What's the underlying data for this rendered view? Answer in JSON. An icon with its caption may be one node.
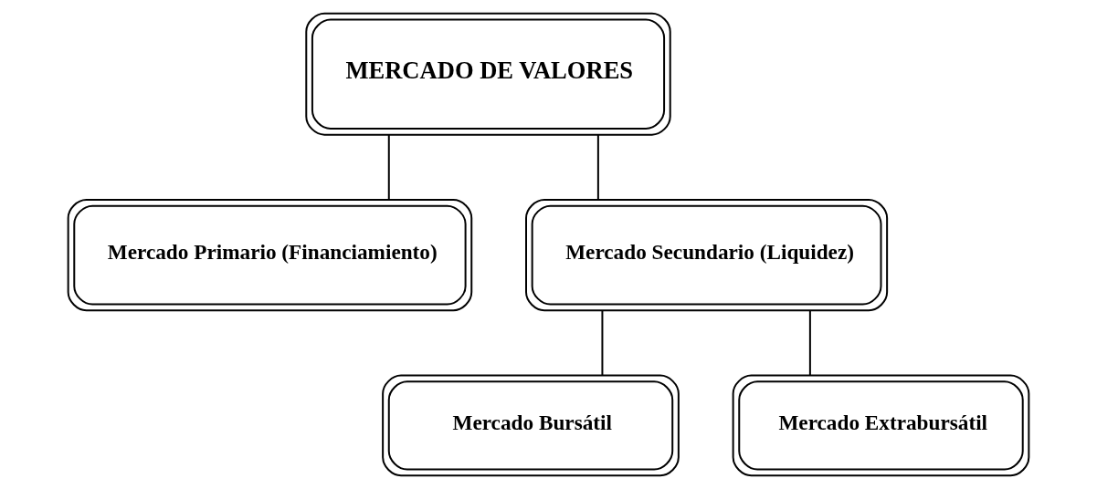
{
  "diagram": {
    "nodes": [
      {
        "text": [
          "MERCADO DE VALORES"
        ]
      },
      {
        "text": [
          "Mercado Primario (Financiamiento)"
        ]
      },
      {
        "text": [
          "Mercado Secundario (Liquidez)"
        ]
      },
      {
        "text": [
          "Mercado Bursátil"
        ]
      },
      {
        "text": [
          "Mercado Extrabursátil"
        ]
      }
    ],
    "edges": [
      {
        "from": 0,
        "to": 1,
        "arrow": "none"
      },
      {
        "from": 0,
        "to": 2,
        "arrow": "none"
      },
      {
        "from": 2,
        "to": 3,
        "arrow": "none"
      },
      {
        "from": 2,
        "to": 4,
        "arrow": "none"
      }
    ]
  }
}
